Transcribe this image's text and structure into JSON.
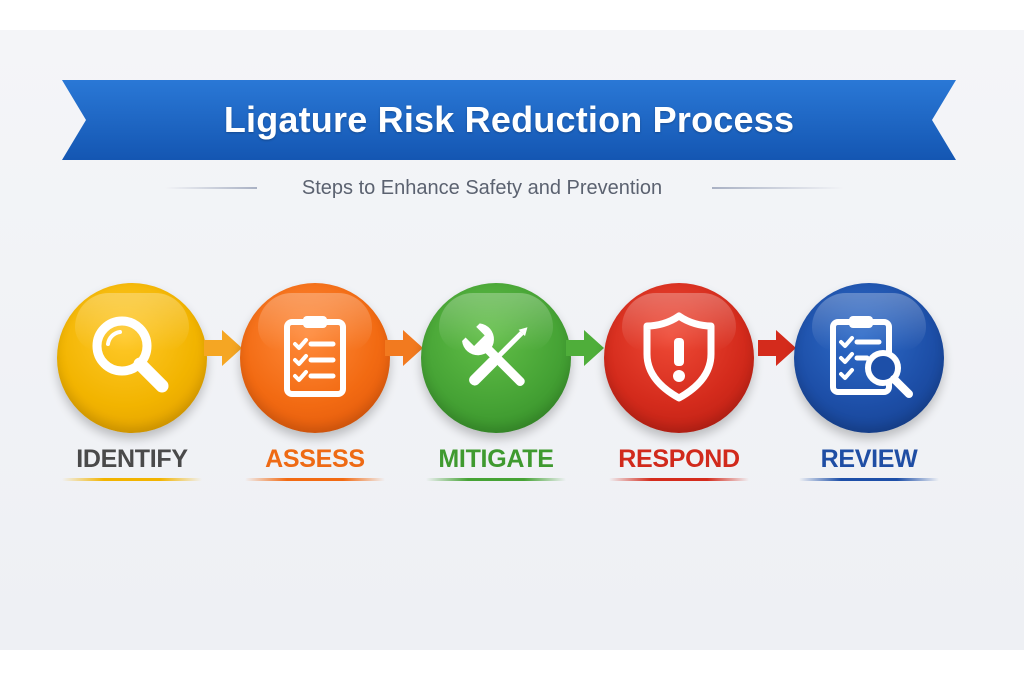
{
  "banner": {
    "title": "Ligature Risk Reduction Process",
    "color": "#1c62c0"
  },
  "subtitle": "Steps to Enhance Safety and Prevention",
  "steps": [
    {
      "label": "IDENTIFY",
      "icon": "magnifying-glass-icon",
      "color": "#f2b400",
      "label_color": "#4a4a4a"
    },
    {
      "label": "ASSESS",
      "icon": "clipboard-checklist-icon",
      "color": "#f26a12",
      "label_color": "#ee6a14"
    },
    {
      "label": "MITIGATE",
      "icon": "wrench-screwdriver-icon",
      "color": "#46a335",
      "label_color": "#3f9a2f"
    },
    {
      "label": "RESPOND",
      "icon": "shield-alert-icon",
      "color": "#d42b1c",
      "label_color": "#d12a1c"
    },
    {
      "label": "REVIEW",
      "icon": "clipboard-search-icon",
      "color": "#1d4fa8",
      "label_color": "#1f4ea4"
    }
  ]
}
